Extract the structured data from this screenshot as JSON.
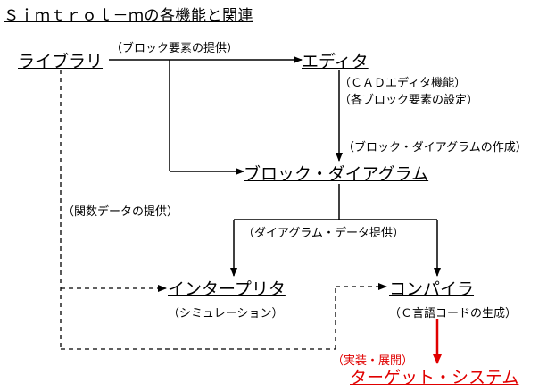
{
  "title": "Ｓｉｍｔｒｏｌ－ｍの各機能と関連",
  "nodes": {
    "library": "ライブラリ",
    "editor": "エディタ",
    "block_diagram": "ブロック・ダイアグラム",
    "interpreter": "インタープリタ",
    "compiler": "コンパイラ",
    "target": "ターゲット・システム"
  },
  "notes": {
    "provide_blocks": "（ブロック要素の提供）",
    "cad_editor": "（ＣＡＤエディタ機能）",
    "set_blocks": "（各ブロック要素の設定）",
    "create_diagram": "（ブロック・ダイアグラムの作成）",
    "provide_functions": "（関数データの提供）",
    "provide_diagram_data": "（ダイアグラム・データ提供）",
    "simulation": "（シミュレーション）",
    "generate_c": "（Ｃ言語コードの生成）",
    "deploy": "（実装・展開）"
  },
  "colors": {
    "line": "#000000",
    "highlight": "#e00000"
  }
}
